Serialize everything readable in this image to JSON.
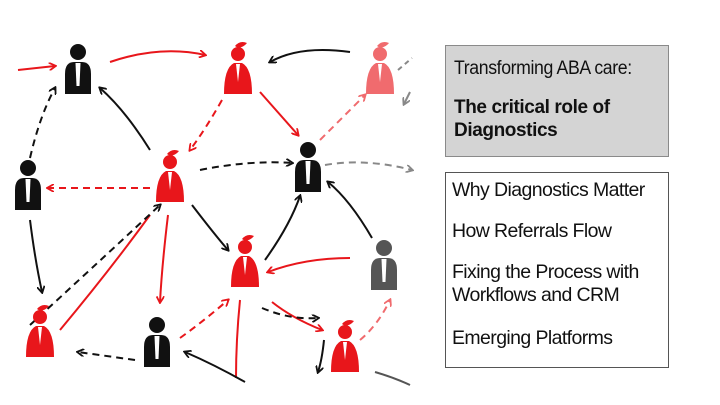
{
  "title": {
    "line1": "Transforming ABA care:",
    "bold": "The critical role of Diagnostics"
  },
  "agenda": {
    "items": [
      "Why Diagnostics Matter",
      "How Referrals Flow",
      "Fixing the Process with\nWorkflows and CRM",
      "Emerging Platforms"
    ]
  },
  "colors": {
    "red": "#e8161b",
    "pink": "#f06b6e",
    "black": "#111111",
    "gray": "#555555"
  }
}
